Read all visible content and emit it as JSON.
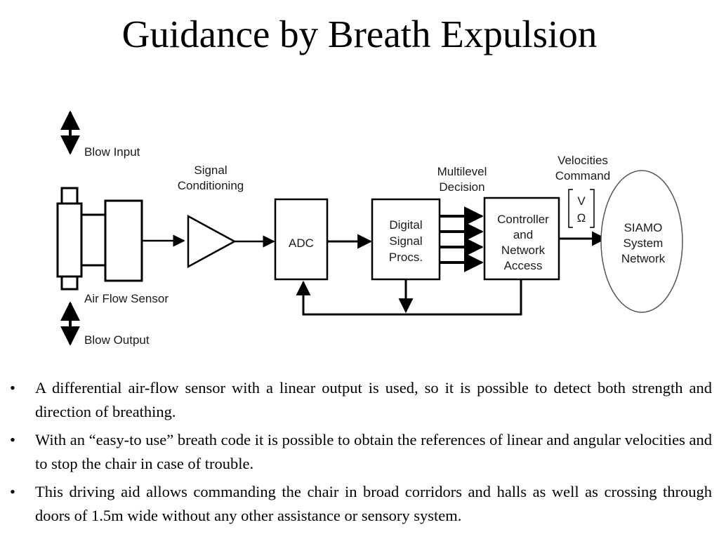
{
  "slide": {
    "title": "Guidance by Breath Expulsion"
  },
  "diagram": {
    "blow_input": "Blow Input",
    "blow_output": "Blow Output",
    "air_flow_sensor": "Air Flow Sensor",
    "signal_conditioning": [
      "Signal",
      "Conditioning"
    ],
    "adc": "ADC",
    "dsp": [
      "Digital",
      "Signal",
      "Procs."
    ],
    "multilevel_decision": [
      "Multilevel",
      "Decision"
    ],
    "controller": [
      "Controller",
      "and",
      "Network",
      "Access"
    ],
    "velocities_command": [
      "Velocities",
      "Command"
    ],
    "v_symbol": "V",
    "omega_symbol": "Ω",
    "siamo": [
      "SIAMO",
      "System",
      "Network"
    ]
  },
  "bullets": [
    {
      "marker": "•",
      "text": "A differential air-flow sensor with a linear output is used, so it is possible to detect both strength and direction of breathing."
    },
    {
      "marker": "•",
      "text": "With an “easy-to use” breath code it is possible to obtain the references of linear and angular velocities and to stop the chair in case of trouble."
    },
    {
      "marker": "•",
      "text": "This driving aid allows commanding the chair in broad corridors and halls as well as crossing through doors of 1.5m wide without any other assistance or sensory system."
    }
  ]
}
